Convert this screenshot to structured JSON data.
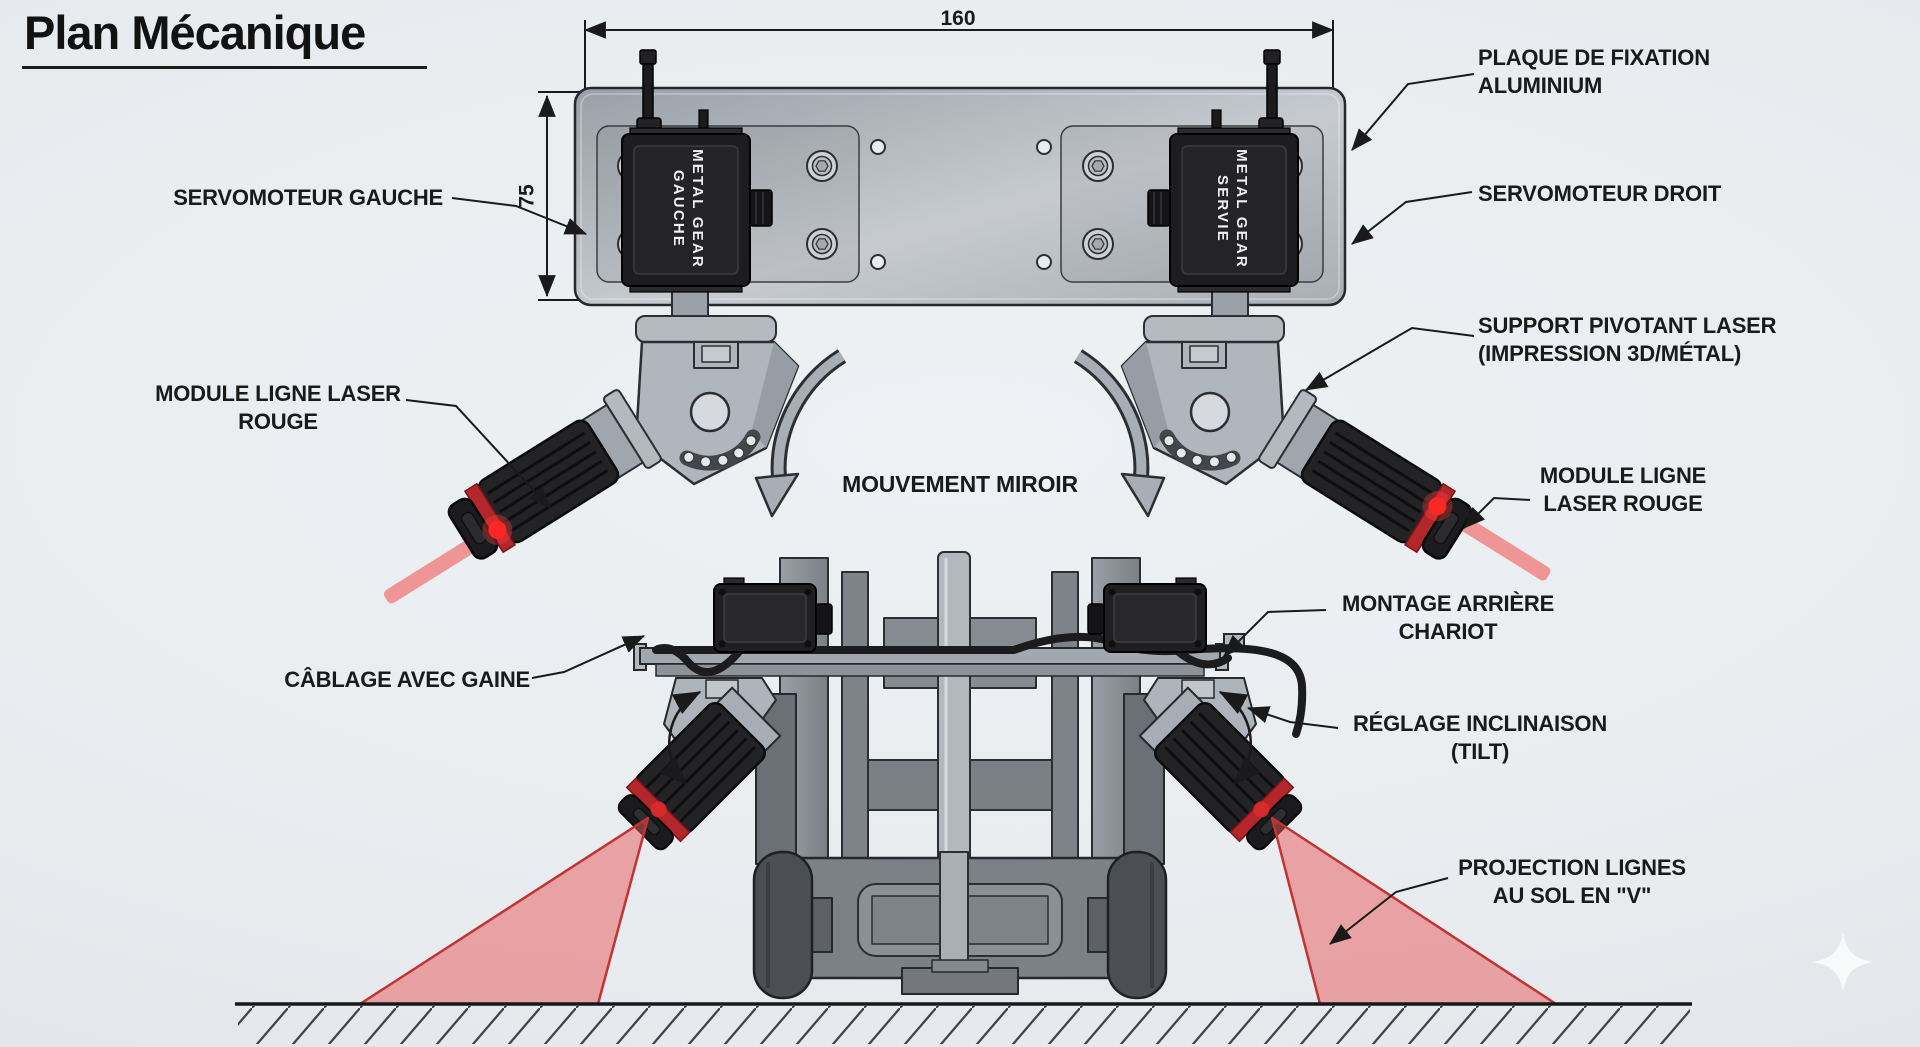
{
  "title": "Plan Mécanique",
  "colors": {
    "background": "#e8ecef",
    "ink": "#1a1a1a",
    "metal_light": "#c9cdd2",
    "metal_mid": "#9aa1a9",
    "laser_red": "#d92b2b",
    "beam_pink": "#f08c8c",
    "fan_red": "#e75858"
  },
  "dimensions": {
    "width_mm": "160",
    "height_mm": "75"
  },
  "servo_badges": {
    "left": {
      "line1": "METAL GEAR",
      "line2": "GAUCHE"
    },
    "right": {
      "line1": "METAL GEAR",
      "line2": "SERVIE"
    }
  },
  "labels": {
    "plaque": {
      "line1": "PLAQUE DE FIXATION",
      "line2": "ALUMINIUM"
    },
    "servo_gauche": {
      "line1": "SERVOMOTEUR GAUCHE"
    },
    "servo_droit": {
      "line1": "SERVOMOTEUR DROIT"
    },
    "module_gauche": {
      "line1": "MODULE LIGNE LASER",
      "line2": "ROUGE"
    },
    "support_pivotant": {
      "line1": "SUPPORT PIVOTANT LASER",
      "line2": "(IMPRESSION 3D/MÉTAL)"
    },
    "module_droit": {
      "line1": "MODULE LIGNE",
      "line2": "LASER ROUGE"
    },
    "mouvement": {
      "line1": "MOUVEMENT MIROIR"
    },
    "montage": {
      "line1": "MONTAGE ARRIÈRE",
      "line2": "CHARIOT"
    },
    "cablage": {
      "line1": "CÂBLAGE AVEC GAINE"
    },
    "reglage": {
      "line1": "RÉGLAGE INCLINAISON",
      "line2": "(TILT)"
    },
    "projection": {
      "line1": "PROJECTION LIGNES",
      "line2": "AU SOL EN \"V\""
    }
  }
}
